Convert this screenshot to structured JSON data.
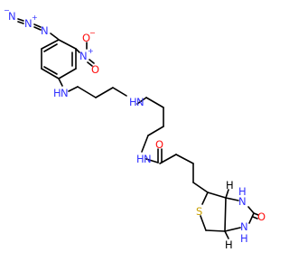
{
  "molecule": {
    "atoms": {
      "azide_n1": "N",
      "azide_n2": "N",
      "azide_n3": "N",
      "azide_n2_charge": "+",
      "azide_n3_charge": "−",
      "nitro_n": "N",
      "nitro_n_charge": "+",
      "nitro_o_single": "O",
      "nitro_o_single_charge": "−",
      "nitro_o_double": "O",
      "aryl_amine_n": "N",
      "aryl_amine_h": "H",
      "sec_amine_n": "N",
      "sec_amine_h": "H",
      "amide_n": "N",
      "amide_h": "H",
      "amide_o": "O",
      "thio_s": "S",
      "urea_n1": "N",
      "urea_n1_h": "H",
      "urea_n2": "N",
      "urea_n2_h": "H",
      "urea_o": "O",
      "stereo_h1": "H",
      "stereo_h2": "H"
    },
    "colors": {
      "nitrogen": "#3030FF",
      "oxygen": "#FF0D0D",
      "sulfur": "#C8A000",
      "bond": "#000000"
    }
  }
}
